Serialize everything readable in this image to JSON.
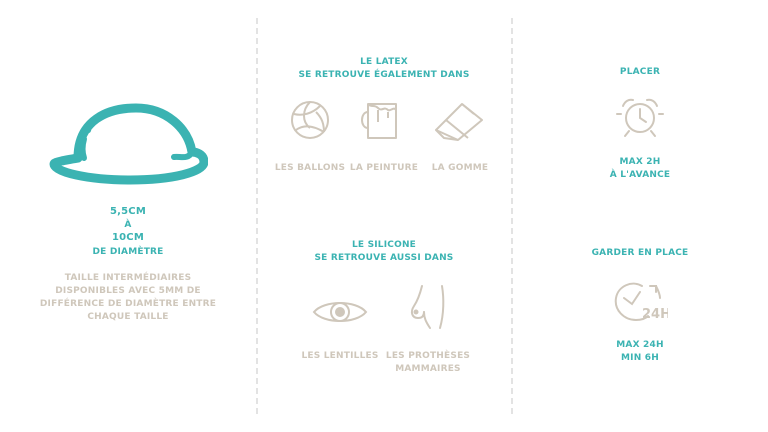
{
  "size": {
    "value1": "5,5cm",
    "connector": "à",
    "value2": "10cm",
    "unit_label": "de diamètre",
    "note_line1": "Taille intermédiaires",
    "note_line2": "disponibles avec 5mm de",
    "note_line3": "différence de diamètre entre",
    "note_line4": "chaque taille"
  },
  "latex": {
    "heading_line1": "Le latex",
    "heading_line2": "se retrouve également dans",
    "items": [
      {
        "label": "Les ballons",
        "icon": "ball-icon"
      },
      {
        "label": "La peinture",
        "icon": "paint-can-icon"
      },
      {
        "label": "La gomme",
        "icon": "eraser-icon"
      }
    ]
  },
  "silicone": {
    "heading_line1": "Le silicone",
    "heading_line2": "se retrouve aussi dans",
    "items": [
      {
        "label": "Les lentilles",
        "icon": "eye-icon"
      },
      {
        "label_line1": "Les prothèses",
        "label_line2": "mammaires",
        "icon": "breast-profile-icon"
      }
    ]
  },
  "placer": {
    "heading": "Placer",
    "detail_line1": "Max 2h",
    "detail_line2": "à l'avance",
    "icon": "alarm-clock-icon"
  },
  "garder": {
    "heading": "Garder en place",
    "icon_text": "24H",
    "detail_line1": "Max 24h",
    "detail_line2": "min 6h",
    "icon": "24h-clock-icon"
  },
  "colors": {
    "accent": "#3bb3b2",
    "muted": "#cfc7bb",
    "divider": "#e3e3e3"
  }
}
